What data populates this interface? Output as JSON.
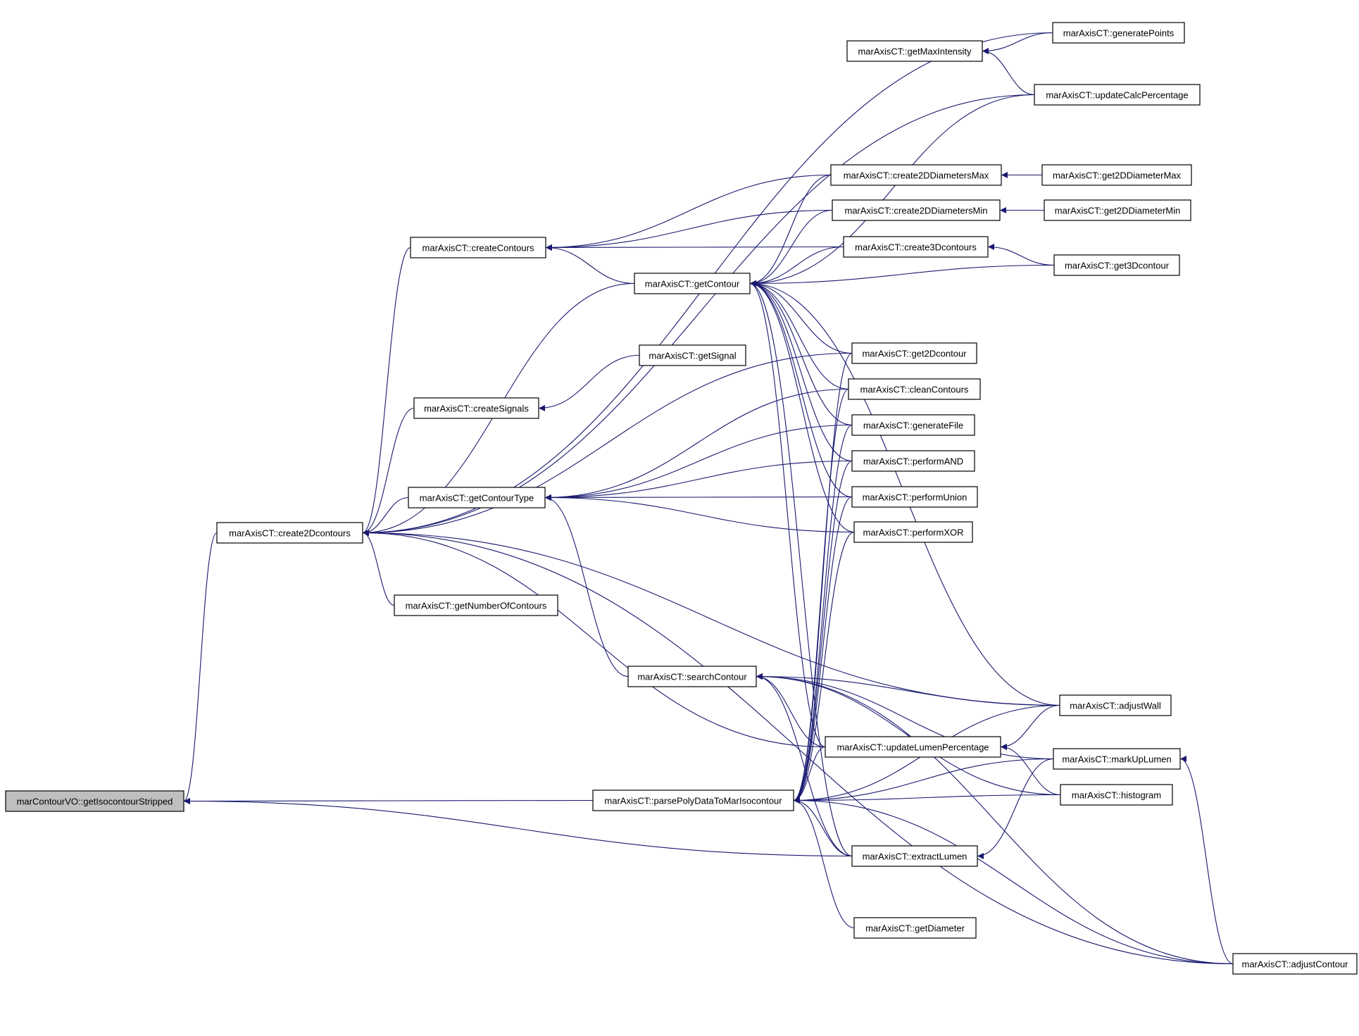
{
  "diagram": {
    "title": "",
    "nodes": [
      {
        "id": "getIsocontourStripped",
        "label": "marContourVO::getIsocontourStripped",
        "highlighted": true
      },
      {
        "id": "create2Dcontours",
        "label": "marAxisCT::create2Dcontours"
      },
      {
        "id": "createContours",
        "label": "marAxisCT::createContours"
      },
      {
        "id": "getContour",
        "label": "marAxisCT::getContour"
      },
      {
        "id": "createSignals",
        "label": "marAxisCT::createSignals"
      },
      {
        "id": "getSignal",
        "label": "marAxisCT::getSignal"
      },
      {
        "id": "getContourType",
        "label": "marAxisCT::getContourType"
      },
      {
        "id": "getNumberOfContours",
        "label": "marAxisCT::getNumberOfContours"
      },
      {
        "id": "searchContour",
        "label": "marAxisCT::searchContour"
      },
      {
        "id": "parsePolyDataToMarIsocontour",
        "label": "marAxisCT::parsePolyDataToMarIsocontour"
      },
      {
        "id": "getMaxIntensity",
        "label": "marAxisCT::getMaxIntensity"
      },
      {
        "id": "create2DDiametersMax",
        "label": "marAxisCT::create2DDiametersMax"
      },
      {
        "id": "create2DDiametersMin",
        "label": "marAxisCT::create2DDiametersMin"
      },
      {
        "id": "create3Dcontours",
        "label": "marAxisCT::create3Dcontours"
      },
      {
        "id": "get2Dcontour",
        "label": "marAxisCT::get2Dcontour"
      },
      {
        "id": "cleanContours",
        "label": "marAxisCT::cleanContours"
      },
      {
        "id": "generateFile",
        "label": "marAxisCT::generateFile"
      },
      {
        "id": "performAND",
        "label": "marAxisCT::performAND"
      },
      {
        "id": "performUnion",
        "label": "marAxisCT::performUnion"
      },
      {
        "id": "performXOR",
        "label": "marAxisCT::performXOR"
      },
      {
        "id": "updateLumenPercentage",
        "label": "marAxisCT::updateLumenPercentage"
      },
      {
        "id": "extractLumen",
        "label": "marAxisCT::extractLumen"
      },
      {
        "id": "getDiameter",
        "label": "marAxisCT::getDiameter"
      },
      {
        "id": "generatePoints",
        "label": "marAxisCT::generatePoints"
      },
      {
        "id": "updateCalcPercentage",
        "label": "marAxisCT::updateCalcPercentage"
      },
      {
        "id": "get2DDiameterMax",
        "label": "marAxisCT::get2DDiameterMax"
      },
      {
        "id": "get2DDiameterMin",
        "label": "marAxisCT::get2DDiameterMin"
      },
      {
        "id": "get3Dcontour",
        "label": "marAxisCT::get3Dcontour"
      },
      {
        "id": "adjustWall",
        "label": "marAxisCT::adjustWall"
      },
      {
        "id": "markUpLumen",
        "label": "marAxisCT::markUpLumen"
      },
      {
        "id": "histogram",
        "label": "marAxisCT::histogram"
      },
      {
        "id": "adjustContour",
        "label": "marAxisCT::adjustContour"
      }
    ],
    "edges": [
      [
        "create2Dcontours",
        "getIsocontourStripped"
      ],
      [
        "parsePolyDataToMarIsocontour",
        "getIsocontourStripped"
      ],
      [
        "extractLumen",
        "getIsocontourStripped"
      ],
      [
        "createContours",
        "create2Dcontours"
      ],
      [
        "getContour",
        "create2Dcontours"
      ],
      [
        "createSignals",
        "create2Dcontours"
      ],
      [
        "getContourType",
        "create2Dcontours"
      ],
      [
        "getNumberOfContours",
        "create2Dcontours"
      ],
      [
        "updateLumenPercentage",
        "create2Dcontours"
      ],
      [
        "adjustContour",
        "create2Dcontours"
      ],
      [
        "adjustWall",
        "create2Dcontours"
      ],
      [
        "generatePoints",
        "create2Dcontours"
      ],
      [
        "updateCalcPercentage",
        "create2Dcontours"
      ],
      [
        "get2Dcontour",
        "create2Dcontours"
      ],
      [
        "getContour",
        "createContours"
      ],
      [
        "create2DDiametersMax",
        "createContours"
      ],
      [
        "create2DDiametersMin",
        "createContours"
      ],
      [
        "create3Dcontours",
        "createContours"
      ],
      [
        "getSignal",
        "createSignals"
      ],
      [
        "cleanContours",
        "getContourType"
      ],
      [
        "generateFile",
        "getContourType"
      ],
      [
        "performAND",
        "getContourType"
      ],
      [
        "performUnion",
        "getContourType"
      ],
      [
        "performXOR",
        "getContourType"
      ],
      [
        "searchContour",
        "getContourType"
      ],
      [
        "create2DDiametersMax",
        "getContour"
      ],
      [
        "create2DDiametersMin",
        "getContour"
      ],
      [
        "create3Dcontours",
        "getContour"
      ],
      [
        "get2Dcontour",
        "getContour"
      ],
      [
        "cleanContours",
        "getContour"
      ],
      [
        "generateFile",
        "getContour"
      ],
      [
        "performAND",
        "getContour"
      ],
      [
        "performUnion",
        "getContour"
      ],
      [
        "performXOR",
        "getContour"
      ],
      [
        "updateLumenPercentage",
        "getContour"
      ],
      [
        "extractLumen",
        "getContour"
      ],
      [
        "updateCalcPercentage",
        "getContour"
      ],
      [
        "adjustWall",
        "getContour"
      ],
      [
        "get3Dcontour",
        "getContour"
      ],
      [
        "generatePoints",
        "getMaxIntensity"
      ],
      [
        "updateCalcPercentage",
        "getMaxIntensity"
      ],
      [
        "get2DDiameterMax",
        "create2DDiametersMax"
      ],
      [
        "get2DDiameterMin",
        "create2DDiametersMin"
      ],
      [
        "get3Dcontour",
        "create3Dcontours"
      ],
      [
        "adjustWall",
        "searchContour"
      ],
      [
        "markUpLumen",
        "searchContour"
      ],
      [
        "histogram",
        "searchContour"
      ],
      [
        "adjustContour",
        "searchContour"
      ],
      [
        "updateLumenPercentage",
        "searchContour"
      ],
      [
        "extractLumen",
        "searchContour"
      ],
      [
        "updateLumenPercentage",
        "parsePolyDataToMarIsocontour"
      ],
      [
        "extractLumen",
        "parsePolyDataToMarIsocontour"
      ],
      [
        "getDiameter",
        "parsePolyDataToMarIsocontour"
      ],
      [
        "adjustWall",
        "parsePolyDataToMarIsocontour"
      ],
      [
        "markUpLumen",
        "parsePolyDataToMarIsocontour"
      ],
      [
        "adjustContour",
        "parsePolyDataToMarIsocontour"
      ],
      [
        "cleanContours",
        "parsePolyDataToMarIsocontour"
      ],
      [
        "generateFile",
        "parsePolyDataToMarIsocontour"
      ],
      [
        "performAND",
        "parsePolyDataToMarIsocontour"
      ],
      [
        "performUnion",
        "parsePolyDataToMarIsocontour"
      ],
      [
        "performXOR",
        "parsePolyDataToMarIsocontour"
      ],
      [
        "histogram",
        "parsePolyDataToMarIsocontour"
      ],
      [
        "get2Dcontour",
        "parsePolyDataToMarIsocontour"
      ],
      [
        "adjustWall",
        "updateLumenPercentage"
      ],
      [
        "histogram",
        "updateLumenPercentage"
      ],
      [
        "markUpLumen",
        "extractLumen"
      ],
      [
        "adjustContour",
        "markUpLumen"
      ]
    ]
  }
}
